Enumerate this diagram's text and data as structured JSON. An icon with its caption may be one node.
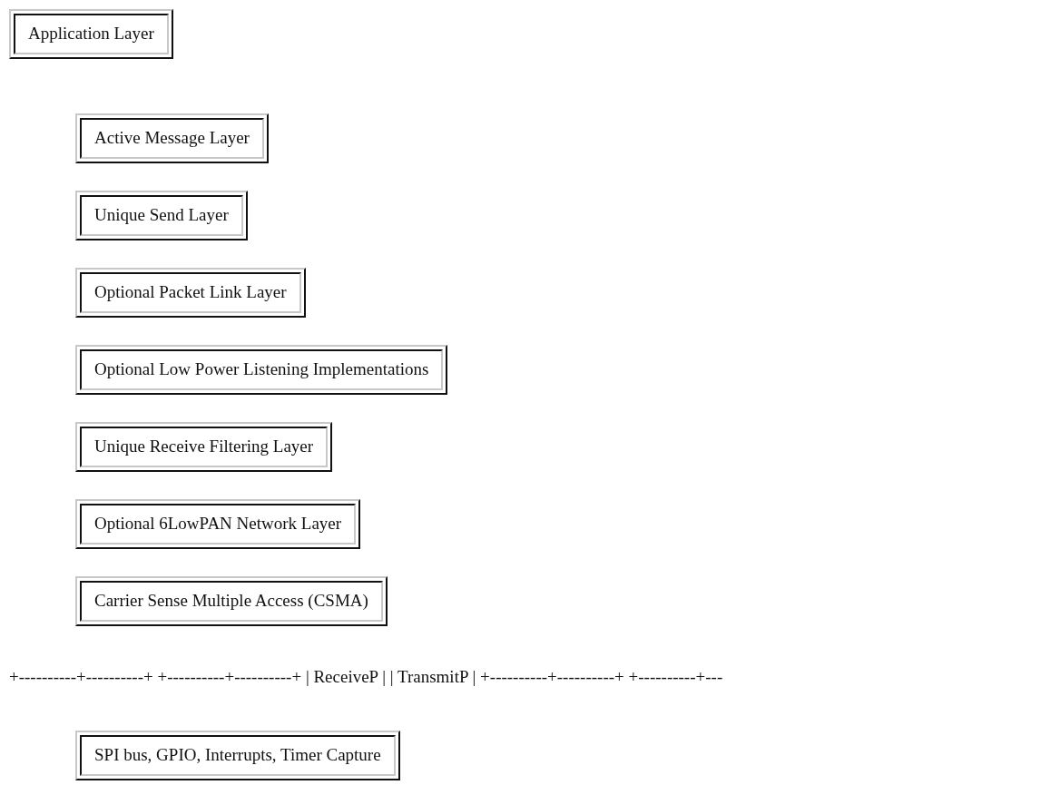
{
  "diagram": {
    "nodes": [
      {
        "text": [
          "Application Layer"
        ]
      },
      {
        "text": [
          "Active Message Layer"
        ]
      },
      {
        "text": [
          "Unique Send Layer"
        ]
      },
      {
        "text": [
          "Optional Packet Link Layer"
        ]
      },
      {
        "text": [
          "Optional Low Power Listening Implementations"
        ]
      },
      {
        "text": [
          "Unique Receive Filtering Layer"
        ]
      },
      {
        "text": [
          "Optional 6LowPAN Network Layer"
        ]
      },
      {
        "text": [
          "Carrier Sense Multiple Access (CSMA)"
        ]
      },
      {
        "text": [
          "SPI bus, GPIO, Interrupts, Timer Capture"
        ]
      }
    ],
    "labels": [
      "+----------+----------+ +----------+----------+ | ReceiveP | | TransmitP | +----------+----------+ +----------+---"
    ]
  }
}
